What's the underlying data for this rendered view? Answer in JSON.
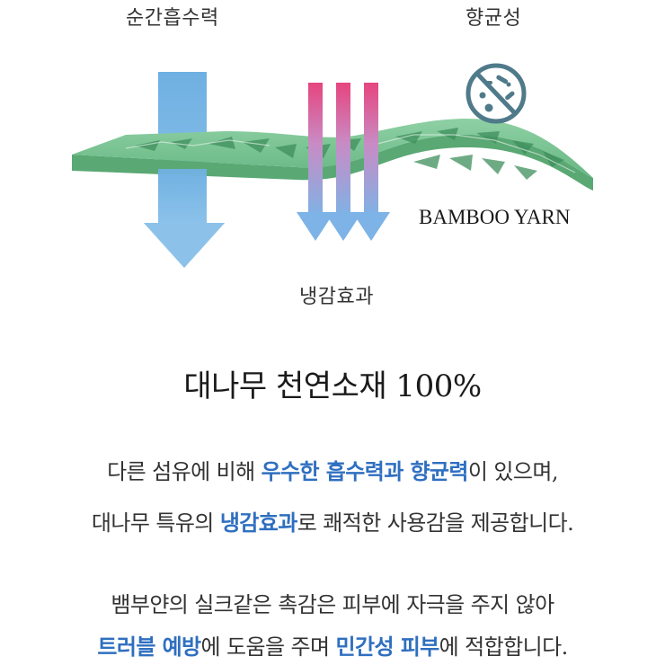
{
  "labels": {
    "absorb": "순간흡수력",
    "antibacterial": "향균성",
    "cooling": "냉감효과",
    "yarn": "BAMBOO YARN"
  },
  "headline": "대나무 천연소재 100%",
  "paragraph1": {
    "line1": {
      "a": "다른 섬유에 비해 ",
      "b": "우수한 흡수력과 향균력",
      "c": "이 있으며,"
    },
    "line2": {
      "a": "대나무 특유의 ",
      "b": "냉감효과",
      "c": "로 쾌적한 사용감을 제공합니다."
    }
  },
  "paragraph2": {
    "line1": {
      "a": "뱀부얀의 실크같은 촉감은 피부에 자극을 주지 않아"
    },
    "line2": {
      "a": "트러블 예방",
      "b": "에 도움을 주며 ",
      "c": "민간성 피부",
      "d": "에 적합합니다."
    }
  },
  "colors": {
    "highlight": "#2f6fc0",
    "fabric": "#6dbf8b",
    "down_arrow": "#7ab4e3",
    "warm_arrow_top": "#e8508a",
    "cool_arrow_bottom": "#7fb3e6",
    "antibac_icon": "#4f7a8a"
  },
  "icons": {
    "antibacterial": "bacteria-prohibited-icon"
  }
}
